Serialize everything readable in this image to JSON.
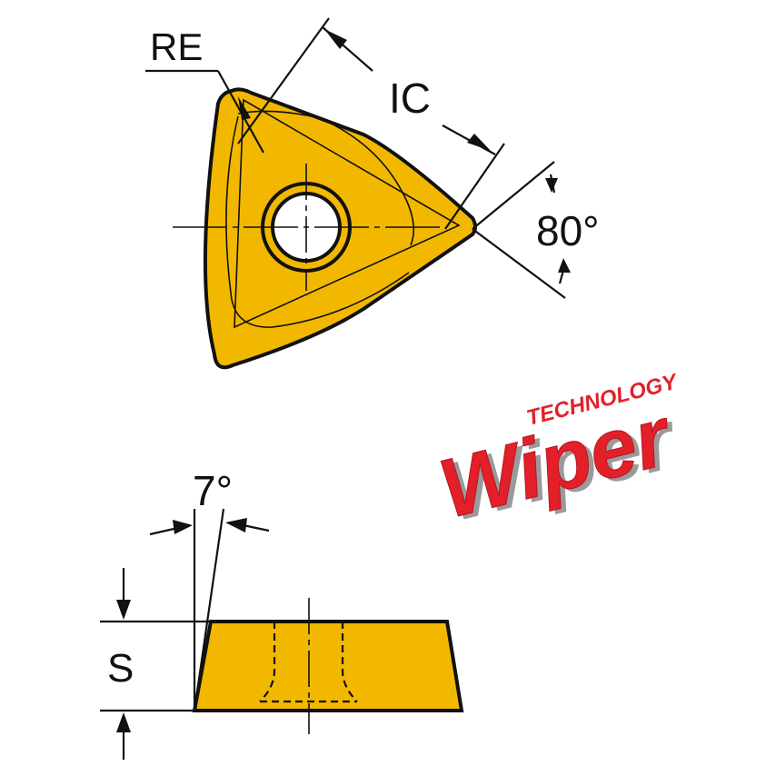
{
  "labels": {
    "re": "RE",
    "ic": "IC",
    "angle_80": "80°",
    "angle_7": "7°",
    "s": "S"
  },
  "logo": {
    "word": "Wiper",
    "tagline": "TECHNOLOGY"
  },
  "colors": {
    "insert_fill": "#F2B800",
    "outline": "#111111",
    "logo_red": "#E3202A",
    "logo_shadow": "#9A9A9A"
  }
}
